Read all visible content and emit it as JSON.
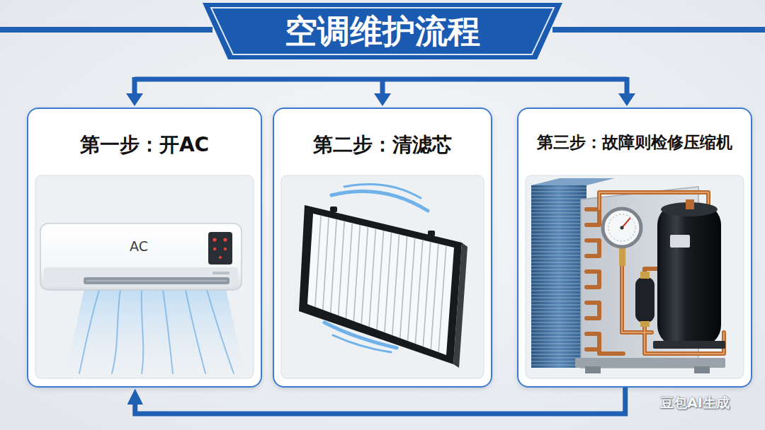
{
  "diagram": {
    "title": "空调维护流程",
    "nodes": [
      {
        "text": [
          "第一步：开AC"
        ]
      },
      {
        "text": [
          "第二步：清滤芯"
        ]
      },
      {
        "text": [
          "第三步：故障则检修压缩机"
        ]
      }
    ],
    "edges": [
      {
        "from": 2,
        "to": 0,
        "arrow": "to"
      }
    ],
    "labels": [
      "AC",
      "豆包AI生成"
    ]
  }
}
